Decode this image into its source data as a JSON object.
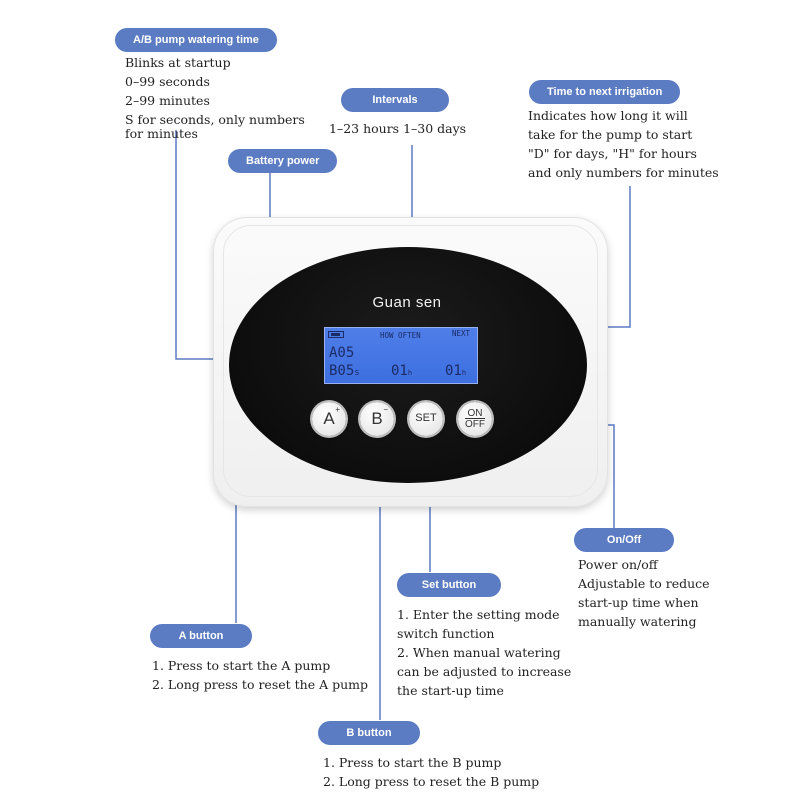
{
  "colors": {
    "accent": "#5b7bc2",
    "lcd": "#4a78e6",
    "panel": "#0d0d0d"
  },
  "device": {
    "brand": "Guan sen",
    "lcd": {
      "battery_icon": "battery-icon",
      "mode": "HOW OFTEN",
      "next": "NEXT",
      "a_value": "A05",
      "b_value": "B05",
      "b_unit": "s",
      "t1_value": "01",
      "t1_unit": "h",
      "t2_value": "01",
      "t2_unit": "h"
    },
    "buttons": {
      "a": {
        "label": "A",
        "sup": "+"
      },
      "b": {
        "label": "B",
        "sup": "−"
      },
      "set": {
        "label": "SET"
      },
      "onoff": {
        "line1": "ON",
        "line2": "OFF"
      }
    }
  },
  "labels": {
    "ab_time": {
      "title": "A/B pump watering time",
      "lines": [
        "Blinks at startup",
        "0–99 seconds",
        "2–99 minutes",
        "S for seconds, only numbers",
        "for minutes"
      ]
    },
    "intervals": {
      "title": "Intervals",
      "lines": [
        "1–23 hours 1–30 days"
      ]
    },
    "battery": {
      "title": "Battery power"
    },
    "next_irrigation": {
      "title": "Time to next irrigation",
      "lines": [
        "Indicates how long it will",
        "take for the pump to start",
        "\"D\" for days, \"H\" for hours",
        "and only numbers for minutes"
      ]
    },
    "onoff": {
      "title": "On/Off",
      "lines": [
        "Power on/off",
        "Adjustable to reduce",
        "start-up time when",
        "manually watering"
      ]
    },
    "set": {
      "title": "Set button",
      "lines": [
        "1. Enter the setting mode",
        "switch function",
        "2. When manual watering",
        "can be adjusted to increase",
        "the start-up time"
      ]
    },
    "a_button": {
      "title": "A button",
      "lines": [
        "1. Press to start the A pump",
        "2. Long press to reset the A pump"
      ]
    },
    "b_button": {
      "title": "B button",
      "lines": [
        "1. Press to start the B pump",
        "2. Long press to reset the B pump"
      ]
    }
  }
}
